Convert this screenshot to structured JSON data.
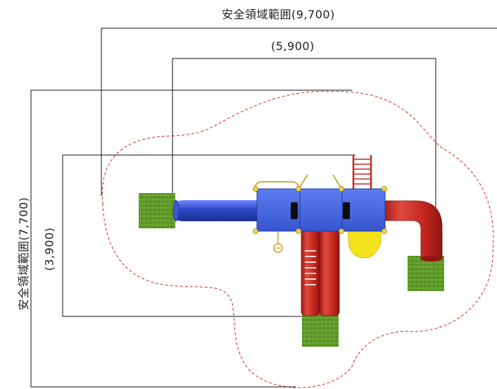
{
  "dimensions": {
    "safety_width": "安全領域範囲(9,700)",
    "equip_width": "(5,900)",
    "safety_depth": "安全領域範囲(7,700)",
    "equip_depth": "(3,900)"
  },
  "colors": {
    "safety_zone_line": "#e02020",
    "dimension_line": "#111111",
    "deck": "#3f63e0",
    "slide": "#c42a22",
    "tube_slide": "#2f4fd0",
    "grass": "#5f9a2a",
    "yellow": "#f4e21a"
  }
}
